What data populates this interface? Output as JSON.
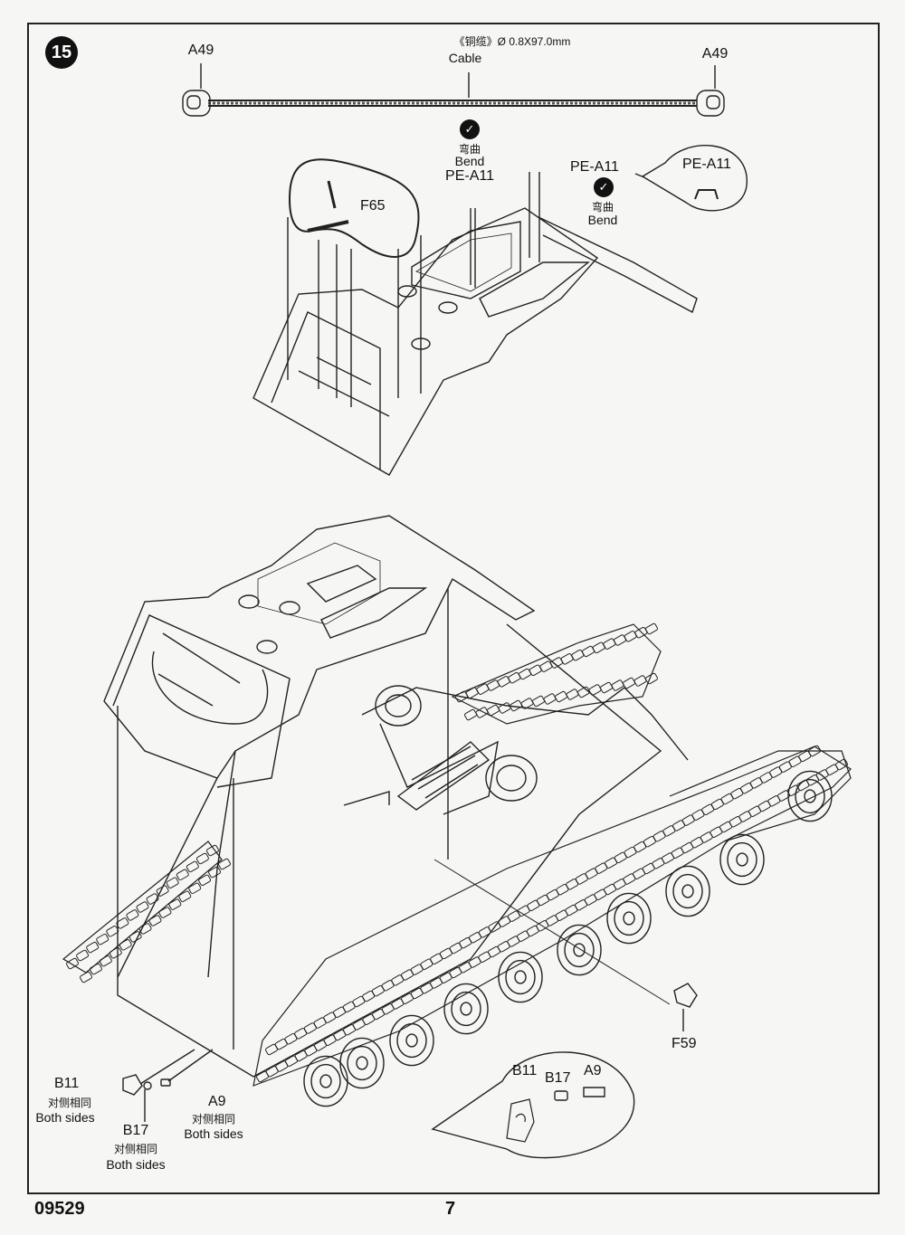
{
  "step": {
    "number": "15"
  },
  "cable": {
    "left_part": "A49",
    "right_part": "A49",
    "spec": "《铜缆》Ø 0.8X97.0mm",
    "name": "Cable"
  },
  "bend_left": {
    "cn": "弯曲",
    "en": "Bend",
    "icon": "bend-arrow-icon"
  },
  "bend_right": {
    "cn": "弯曲",
    "en": "Bend",
    "icon": "bend-arrow-icon"
  },
  "parts": {
    "pe_a11_left": "PE-A11",
    "pe_a11_right": "PE-A11",
    "pe_a11_detail": "PE-A11",
    "f65": "F65",
    "f59": "F59",
    "b11": "B11",
    "b17": "B17",
    "a9": "A9",
    "detail_b11": "B11",
    "detail_b17": "B17",
    "detail_a9": "A9"
  },
  "notes": {
    "b11_cn": "对侧相同",
    "b11_en": "Both sides",
    "b17_cn": "对侧相同",
    "b17_en": "Both sides",
    "a9_cn": "对侧相同",
    "a9_en": "Both sides"
  },
  "footer": {
    "code": "09529",
    "page": "7"
  }
}
